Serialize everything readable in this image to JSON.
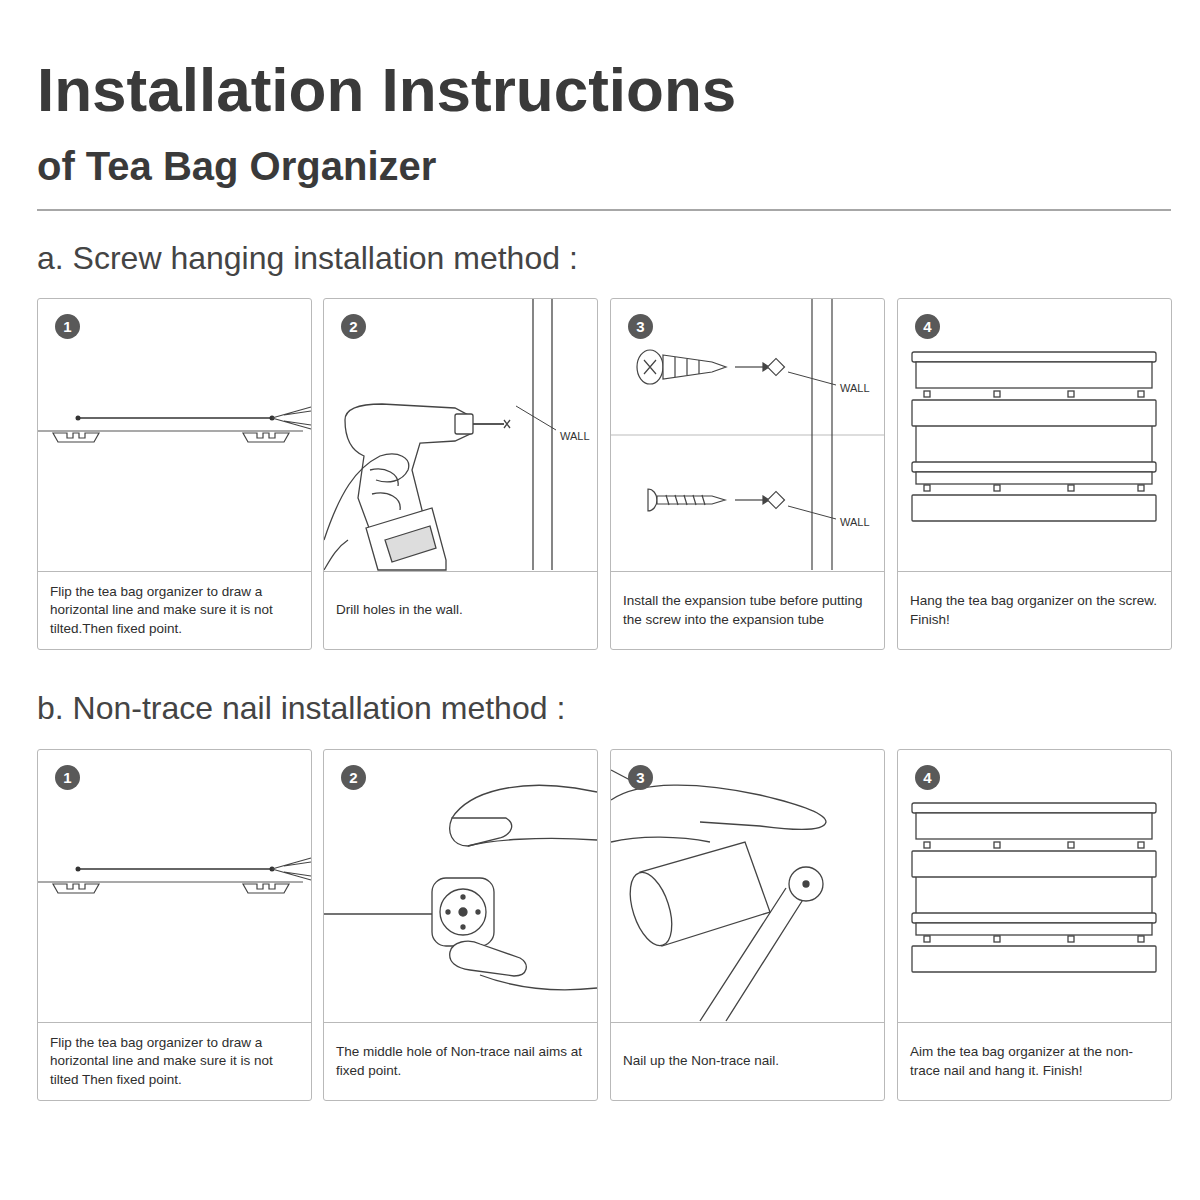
{
  "diagram": {
    "title": "Installation Instructions",
    "nodes": [
      {
        "text": [
          "Flip the tea bag organizer to draw a horizontal line and make sure it is not tilted.Then fixed point."
        ]
      },
      {
        "text": [
          "1"
        ],
        "in": 0
      },
      {
        "text": [
          "Drill holes in the wall."
        ]
      },
      {
        "text": [
          "2"
        ],
        "in": 2
      },
      {
        "text": [
          "Install the expansion tube before putting the screw into the expansion tube"
        ]
      },
      {
        "text": [
          "3"
        ],
        "in": 4
      },
      {
        "text": [
          "Hang the tea bag organizer on the screw. Finish!"
        ]
      },
      {
        "text": [
          "4"
        ],
        "in": 6
      },
      {
        "text": [
          "Flip the tea bag organizer to draw a horizontal line and make sure it is not tilted Then fixed point."
        ]
      },
      {
        "text": [
          "1"
        ],
        "in": 8
      },
      {
        "text": [
          "The middle hole of Non-trace nail aims at fixed point."
        ]
      },
      {
        "text": [
          "2"
        ],
        "in": 10
      },
      {
        "text": [
          "Nail up the Non-trace nail."
        ]
      },
      {
        "text": [
          "3"
        ],
        "in": 12
      },
      {
        "text": [
          "Aim the tea bag organizer at the non-trace nail and hang it. Finish!"
        ]
      },
      {
        "text": [
          "4"
        ],
        "in": 14
      }
    ],
    "labels": [
      "of Tea Bag Organizer",
      "a. Screw hanging installation method :",
      "WALL",
      "WALL",
      "WALL",
      "b. Non-trace nail installation method :"
    ]
  }
}
